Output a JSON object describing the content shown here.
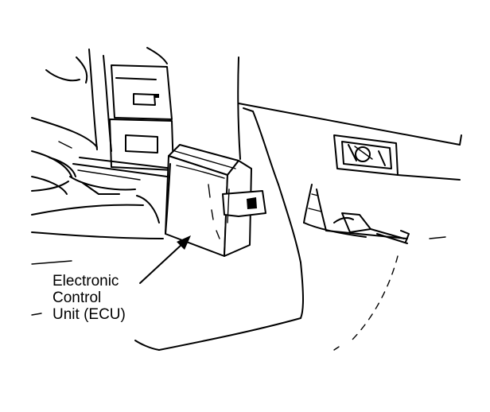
{
  "callout": {
    "line1": "Electronic",
    "line2": "Control",
    "line3": "Unit (ECU)"
  },
  "colors": {
    "ink": "#000000",
    "paper": "#ffffff"
  }
}
